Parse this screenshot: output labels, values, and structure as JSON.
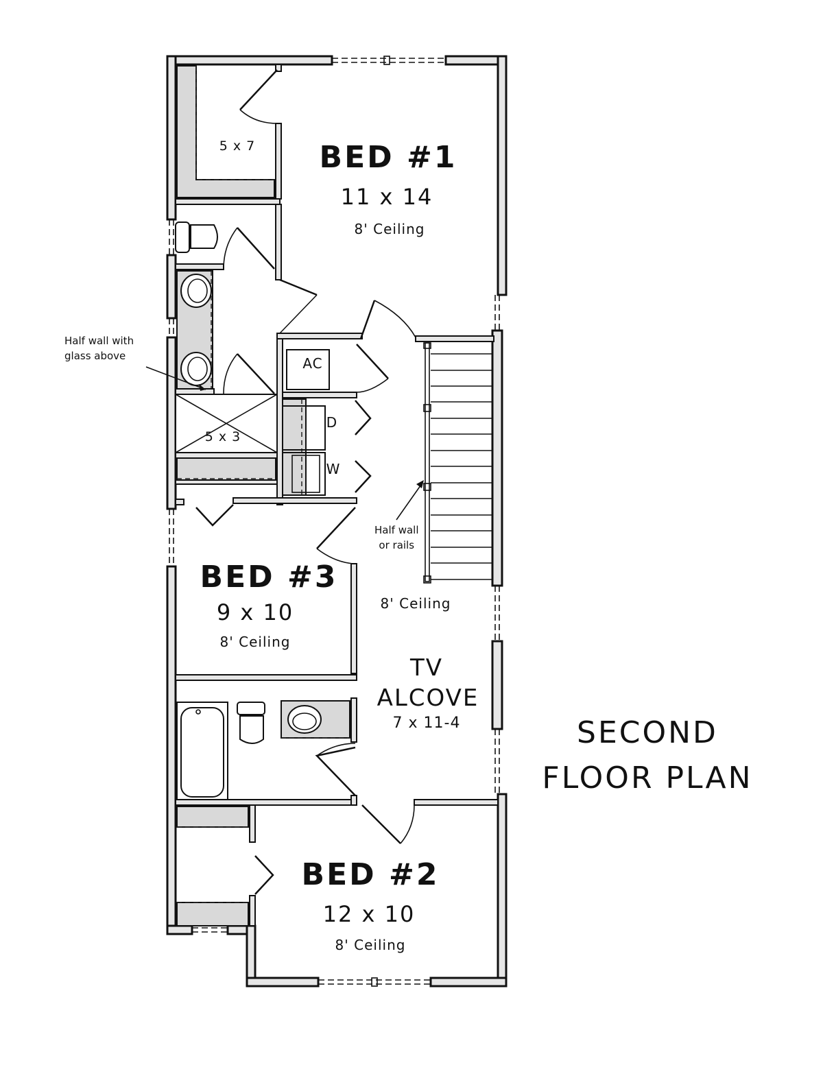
{
  "plan": {
    "title_line1": "SECOND",
    "title_line2": "FLOOR PLAN"
  },
  "rooms": {
    "bed1": {
      "name": "BED #1",
      "dims": "11 x 14",
      "ceiling": "8' Ceiling"
    },
    "bed2": {
      "name": "BED #2",
      "dims": "12 x 10",
      "ceiling": "8' Ceiling"
    },
    "bed3": {
      "name": "BED #3",
      "dims": "9 x 10",
      "ceiling": "8' Ceiling"
    },
    "tv_alcove": {
      "name_line1": "TV",
      "name_line2": "ALCOVE",
      "dims": "7 x 11-4"
    },
    "hall": {
      "ceiling": "8' Ceiling"
    },
    "closet_bed1": {
      "dims": "5 x 7"
    },
    "shower": {
      "dims": "5 x 3"
    }
  },
  "fixtures": {
    "ac": "AC",
    "dryer": "D",
    "washer": "W"
  },
  "notes": {
    "half_wall_glass": "Half wall with\nglass above",
    "half_wall_rails": "Half wall\nor rails"
  },
  "colors": {
    "line": "#111111",
    "wall_fill": "#e6e6e6",
    "counter_fill": "#d9d9d9",
    "background": "#ffffff"
  }
}
